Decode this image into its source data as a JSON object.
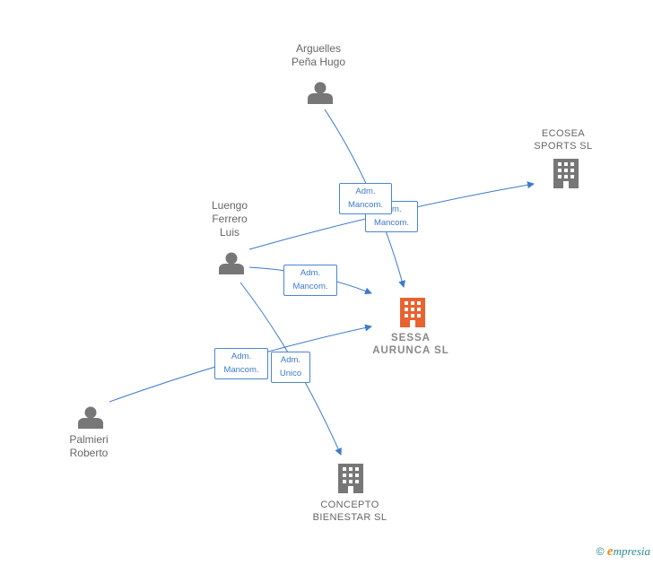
{
  "colors": {
    "edge": "#3d7acb",
    "person_icon": "#777777",
    "company_icon": "#777777",
    "main_company_icon": "#e8632f",
    "box_border": "#4a86d0"
  },
  "nodes": {
    "arguelles": {
      "name": "Arguelles\nPeña Hugo",
      "icon": "person-icon"
    },
    "luengo": {
      "name": "Luengo\nFerrero\nLuis",
      "icon": "person-icon"
    },
    "palmieri": {
      "name": "Palmieri\nRoberto",
      "icon": "person-icon"
    },
    "ecosea": {
      "name": "ECOSEA\nSPORTS  SL",
      "icon": "building-icon"
    },
    "sessa": {
      "name": "SESSA\nAURUNCA  SL",
      "icon": "building-icon"
    },
    "concepto": {
      "name": "CONCEPTO\nBIENESTAR  SL",
      "icon": "building-icon"
    }
  },
  "relations": [
    {
      "label": "Adm.\nMancom."
    },
    {
      "label": "Adm.\nMancom."
    },
    {
      "label": "Adm.\nMancom."
    },
    {
      "label": "Adm.\nMancom."
    },
    {
      "label": "Adm.\nUnico"
    }
  ],
  "footer": {
    "copyright": "©",
    "brand_initial": "e",
    "brand_rest": "mpresia"
  }
}
